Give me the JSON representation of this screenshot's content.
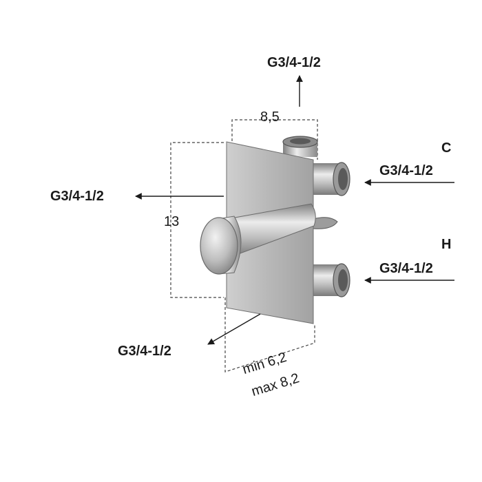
{
  "labels": {
    "top_connection": "G3/4-1/2",
    "top_width": "8,5",
    "cold_marker": "C",
    "cold_connection": "G3/4-1/2",
    "left_connection": "G3/4-1/2",
    "height": "13",
    "hot_marker": "H",
    "hot_connection": "G3/4-1/2",
    "bottom_connection": "G3/4-1/2",
    "depth_min": "min 6,2",
    "depth_max": "max 8,2"
  },
  "colors": {
    "ink": "#1a1a1a",
    "dim_line": "#444444",
    "plate": "#b9b9b9",
    "metal_dark": "#8e8e8e",
    "metal_light": "#e6e6e6"
  }
}
